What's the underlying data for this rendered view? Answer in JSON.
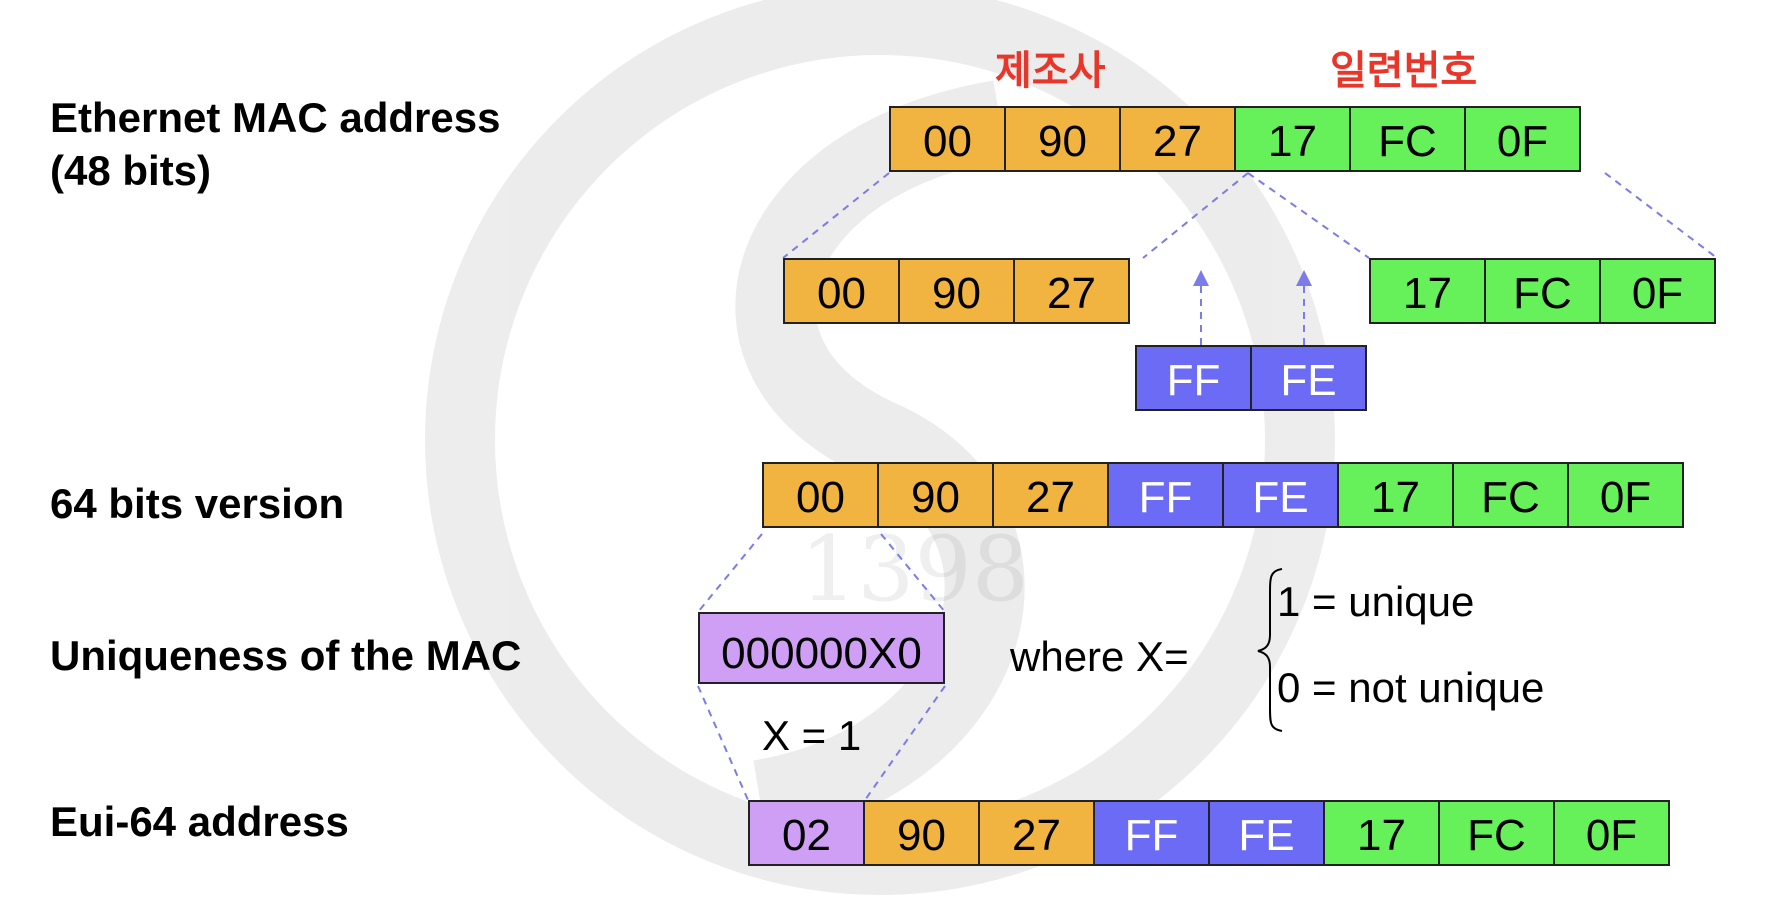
{
  "colors": {
    "manufacturer": "#f2b440",
    "serial": "#66f05a",
    "inserted": "#6b6bf5",
    "flag": "#cf9ef5",
    "heading": "#e8372a",
    "dash": "#7b7bea"
  },
  "headings": {
    "manufacturer": "제조사",
    "serial": "일련번호"
  },
  "labels": {
    "ethernet_line1": "Ethernet MAC address",
    "ethernet_line2": "(48 bits)",
    "v64": "64 bits version",
    "uniqueness": "Uniqueness of the MAC",
    "eui": "Eui-64 address"
  },
  "ethernet_mac": [
    "00",
    "90",
    "27",
    "17",
    "FC",
    "0F"
  ],
  "split": {
    "manufacturer": [
      "00",
      "90",
      "27"
    ],
    "serial": [
      "17",
      "FC",
      "0F"
    ],
    "inserted": [
      "FF",
      "FE"
    ]
  },
  "v64_bits": [
    "00",
    "90",
    "27",
    "FF",
    "FE",
    "17",
    "FC",
    "0F"
  ],
  "uniqueness": {
    "byte": "000000X0",
    "where": "where X=",
    "option_unique": "1 = unique",
    "option_not_unique": "0 = not unique",
    "x_value": "X = 1"
  },
  "eui64": [
    "02",
    "90",
    "27",
    "FF",
    "FE",
    "17",
    "FC",
    "0F"
  ],
  "watermark": {
    "year": "1398"
  }
}
